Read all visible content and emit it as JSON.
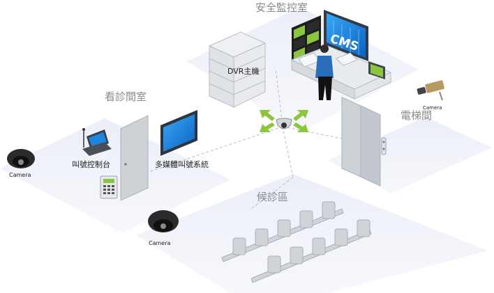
{
  "zones": {
    "control_room": "安全監控室",
    "exam_room": "看診間室",
    "elevator": "電梯間",
    "waiting": "候診區"
  },
  "devices": {
    "dvr": "DVR主機",
    "cms": "CMS",
    "call_console": "叫號控制台",
    "multimedia_call": "多媒體叫號系統"
  },
  "cameras": {
    "left": "Camera",
    "right": "Camera",
    "bottom": "Camera"
  },
  "colors": {
    "floor": "#e9eaf6",
    "zone_label": "#8a8a8a",
    "screen_blue": "#1e86e0",
    "arrow_green": "#8cc63e",
    "door": "#c7ccd2",
    "seat": "#c9ced3"
  }
}
